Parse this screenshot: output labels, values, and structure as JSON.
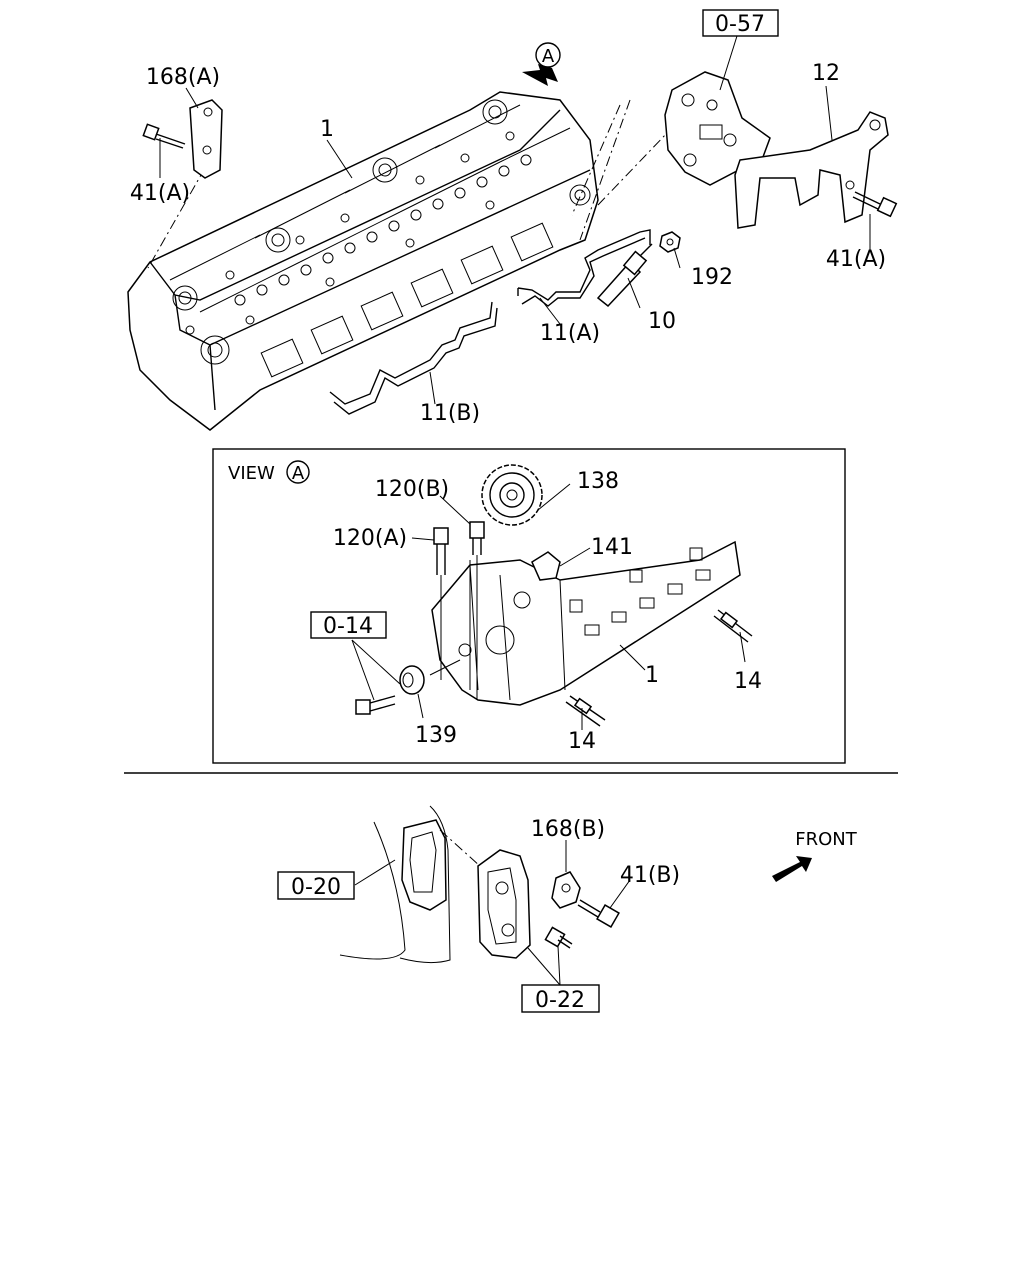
{
  "callouts": {
    "ref_057": "0-57",
    "p168a": "168(A)",
    "p41a_top": "41(A)",
    "p1_top": "1",
    "view_marker": "A",
    "p12": "12",
    "p41a_right": "41(A)",
    "p192": "192",
    "p10": "10",
    "p11a": "11(A)",
    "p11b": "11(B)"
  },
  "view_a": {
    "title": "VIEW",
    "marker": "A",
    "p120b": "120(B)",
    "p138": "138",
    "p120a": "120(A)",
    "p141": "141",
    "ref_014": "0-14",
    "p1": "1",
    "p14_right": "14",
    "p139": "139",
    "p14_bottom": "14"
  },
  "lower": {
    "p168b": "168(B)",
    "front": "FRONT",
    "ref_020": "0-20",
    "p41b": "41(B)",
    "ref_022": "0-22"
  }
}
